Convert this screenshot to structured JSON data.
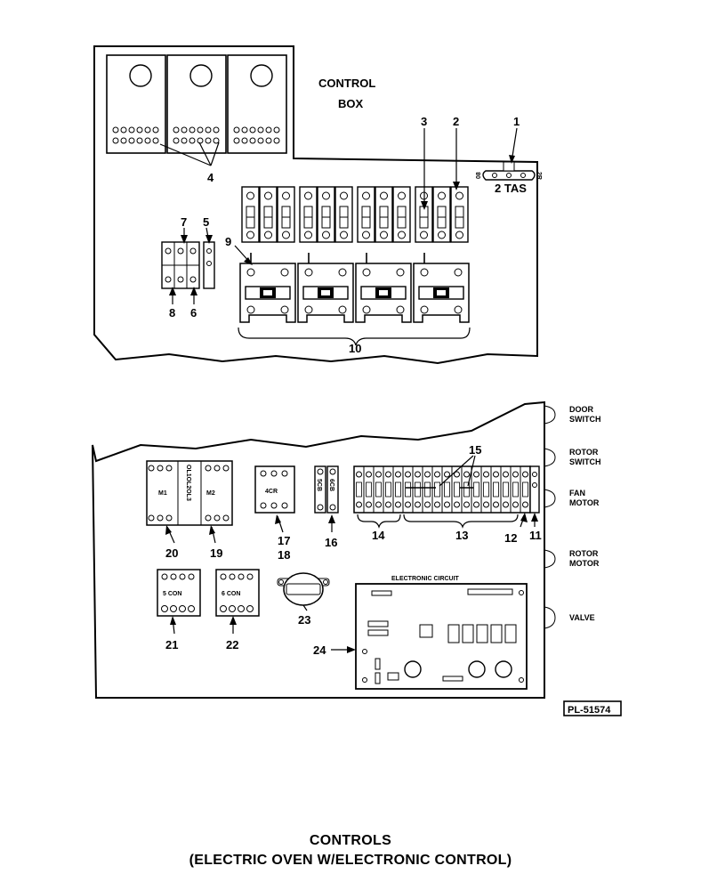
{
  "control_box_label": {
    "line1": "CONTROL",
    "line2": "BOX"
  },
  "upper_callouts": [
    "1",
    "2",
    "3",
    "4",
    "5",
    "6",
    "7",
    "8",
    "9",
    "10"
  ],
  "thermostat_label": "2 TAS",
  "thermostat_marks": {
    "left": "08",
    "right": "2R"
  },
  "side_labels": [
    {
      "line1": "DOOR",
      "line2": "SWITCH"
    },
    {
      "line1": "ROTOR",
      "line2": "SWITCH"
    },
    {
      "line1": "FAN",
      "line2": "MOTOR"
    },
    {
      "line1": "ROTOR",
      "line2": "MOTOR"
    },
    {
      "line1": "VALVE",
      "line2": ""
    }
  ],
  "lower_callouts": [
    "11",
    "12",
    "13",
    "14",
    "15",
    "16",
    "17",
    "18",
    "19",
    "20",
    "21",
    "22",
    "23",
    "24"
  ],
  "component_labels": {
    "m1": "M1",
    "m2": "M2",
    "overloads": "OL1OL2OL3",
    "cr4": "4CR",
    "cb5": "5CB",
    "cb6": "6CB",
    "con5": "5 CON",
    "con6": "6 CON",
    "electronic_circuit": "ELECTRONIC CIRCUIT"
  },
  "figure_id": "PL-51574",
  "caption": {
    "line1": "CONTROLS",
    "line2": "(ELECTRIC OVEN W/ELECTRONIC CONTROL)"
  }
}
